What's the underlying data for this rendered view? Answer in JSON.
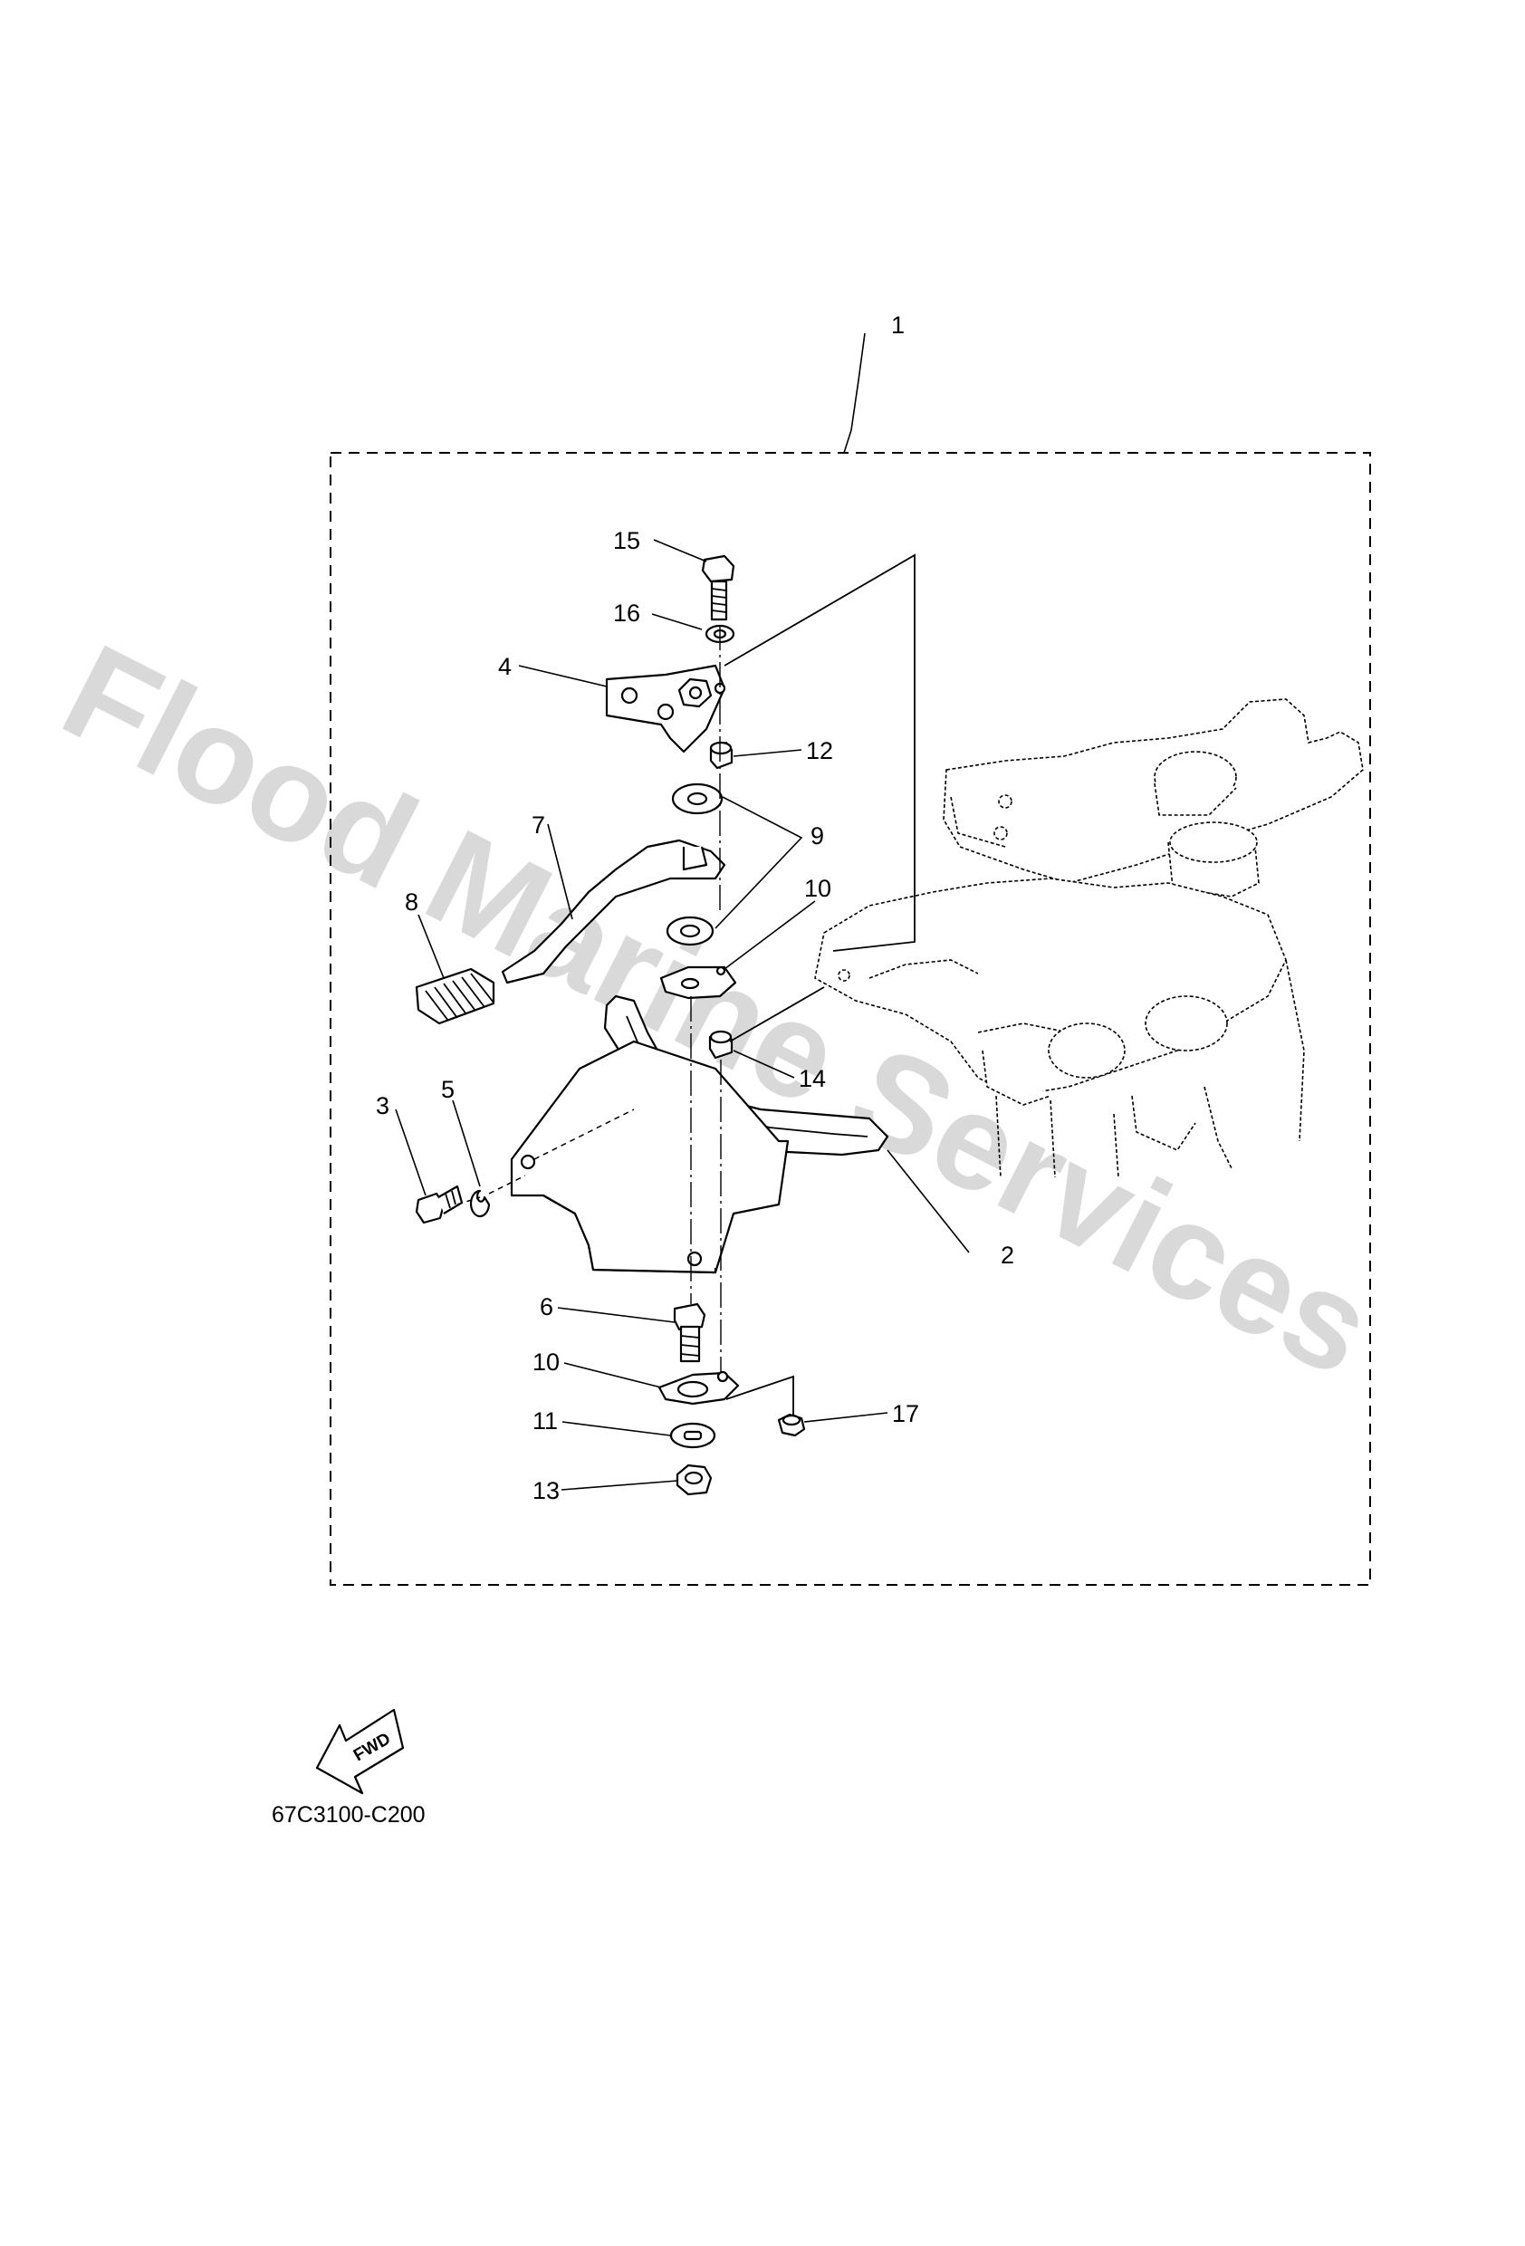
{
  "watermark": "Flood Marine Services",
  "diagram_code": "67C3100-C200",
  "fwd_label": "FWD",
  "callouts": {
    "c1": "1",
    "c2": "2",
    "c3": "3",
    "c4": "4",
    "c5": "5",
    "c6": "6",
    "c7": "7",
    "c8": "8",
    "c9": "9",
    "c10a": "10",
    "c10b": "10",
    "c11": "11",
    "c12": "12",
    "c13": "13",
    "c14": "14",
    "c15": "15",
    "c16": "16",
    "c17": "17"
  }
}
